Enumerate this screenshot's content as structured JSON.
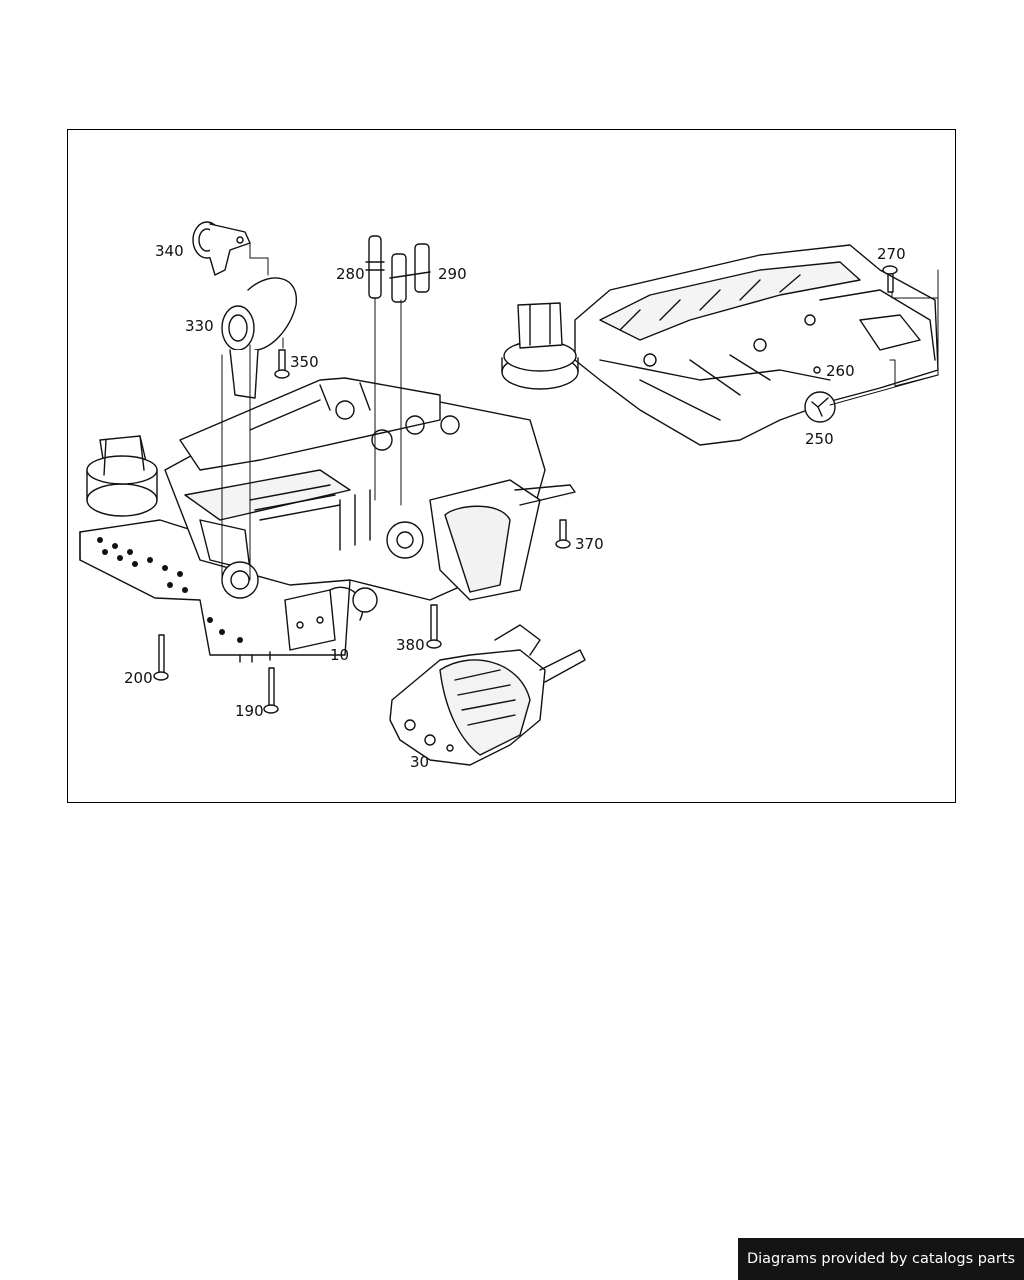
{
  "diagram": {
    "callouts": [
      {
        "id": "10",
        "text": "10"
      },
      {
        "id": "30",
        "text": "30"
      },
      {
        "id": "190",
        "text": "190"
      },
      {
        "id": "200",
        "text": "200"
      },
      {
        "id": "250",
        "text": "250"
      },
      {
        "id": "260",
        "text": "260"
      },
      {
        "id": "270",
        "text": "270"
      },
      {
        "id": "280",
        "text": "280"
      },
      {
        "id": "290",
        "text": "290"
      },
      {
        "id": "330",
        "text": "330"
      },
      {
        "id": "340",
        "text": "340"
      },
      {
        "id": "350",
        "text": "350"
      },
      {
        "id": "370",
        "text": "370"
      },
      {
        "id": "380",
        "text": "380"
      }
    ]
  },
  "footer": {
    "credit": "Diagrams provided by catalogs parts"
  }
}
